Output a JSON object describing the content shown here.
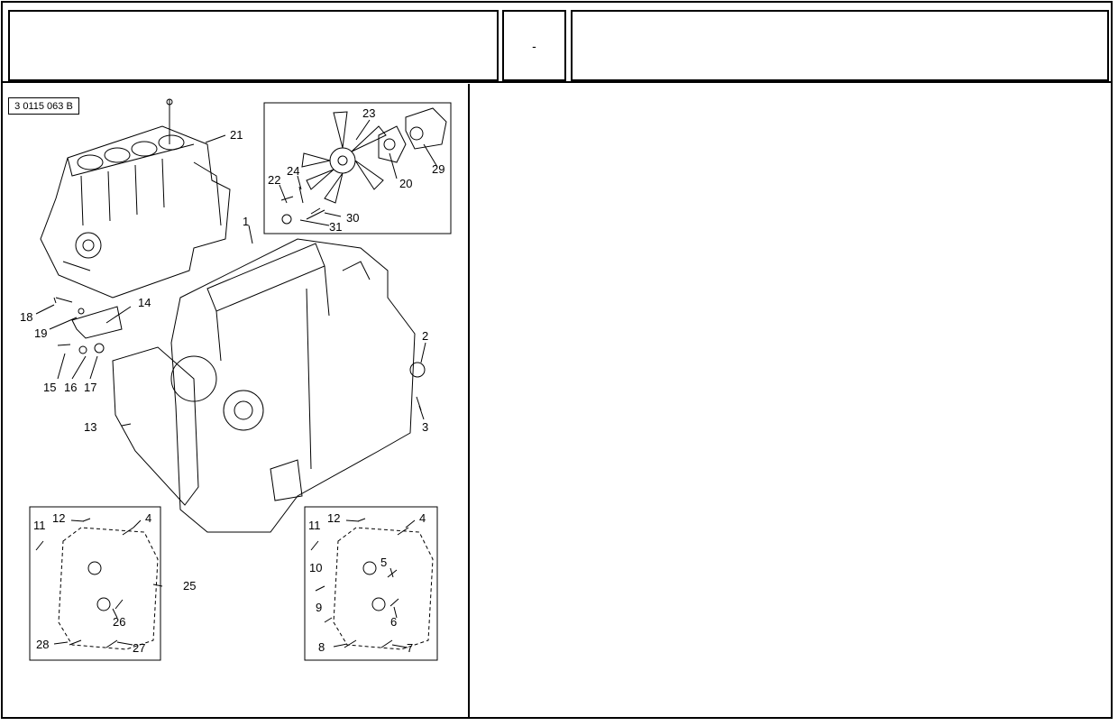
{
  "header": {
    "left_text": "",
    "center_text": "-",
    "right_text": ""
  },
  "reference": "3 0115 063 B",
  "callouts": {
    "c1": "1",
    "c2": "2",
    "c3": "3",
    "c4a": "4",
    "c4b": "4",
    "c5": "5",
    "c6": "6",
    "c7": "7",
    "c8": "8",
    "c9": "9",
    "c10": "10",
    "c11a": "11",
    "c11b": "11",
    "c12a": "12",
    "c12b": "12",
    "c13": "13",
    "c14": "14",
    "c15": "15",
    "c16": "16",
    "c17": "17",
    "c18": "18",
    "c19": "19",
    "c20": "20",
    "c21": "21",
    "c22": "22",
    "c23": "23",
    "c24": "24",
    "c25": "25",
    "c26": "26",
    "c27": "27",
    "c28": "28",
    "c29": "29",
    "c30": "30",
    "c31": "31"
  },
  "icons": [
    "engine-block-drawing",
    "fan-assembly-drawing",
    "timing-cover-drawing"
  ]
}
